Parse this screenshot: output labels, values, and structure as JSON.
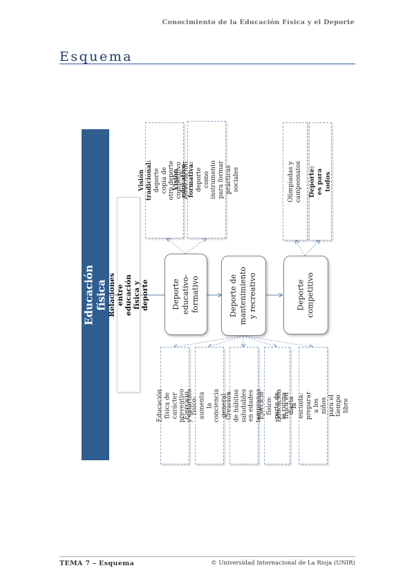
{
  "header": {
    "running_title": "Conocimiento de la Educación Física y el Deporte"
  },
  "section": {
    "title": "Esquema"
  },
  "diagram": {
    "main_title": "Educación física",
    "relations": "Relaciones entre educación física y deporte",
    "nodes": {
      "educativo": "Deporte educativo-formativo",
      "mantenimiento": "Deporte de mantenimiento y recreativo",
      "competitivo": "Deporte competitivo"
    },
    "educativo_items": [
      {
        "bold": "Visión tradicional:",
        "text": " deporte copia de otro deporte competitivo espectáculo"
      },
      {
        "bold": "Visión educativo-formativa:",
        "text": " deporte como instrumento para formar prácticas sociales"
      }
    ],
    "competitivo_items": [
      "Olimpiadas y campeonatos",
      "Deporte: es para todos"
    ],
    "mantenimiento_items": [
      "Educación física de carácter preventivo y catártico",
      "Ejercicio físico: aumenta la conciencia general de salud",
      "Creación de hábitos saludables en edades tempranas",
      "Ejercicio físico: parte de la rutina diaria",
      "Educación física en la escuela: preparar a los niños para el tiempo libre"
    ]
  },
  "footer": {
    "left": "TEMA 7 – Esquema",
    "right": "© Universidad Internacional de La Rioja (UNIR)"
  },
  "colors": {
    "accent": "#2e5d8f",
    "title": "#1f3864"
  }
}
